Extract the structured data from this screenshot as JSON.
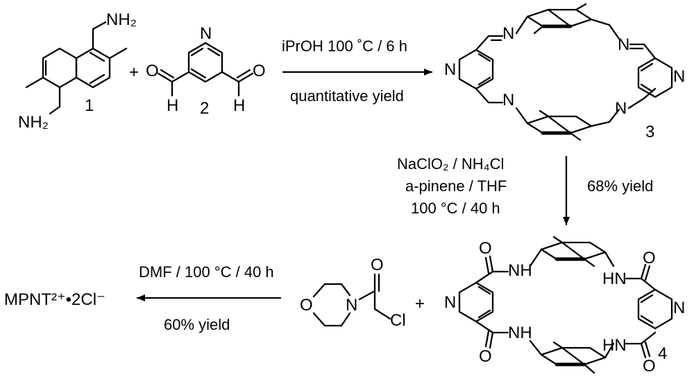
{
  "compounds": {
    "c1": {
      "number": "1",
      "amine_top": "NH₂",
      "amine_bottom": "NH₂"
    },
    "c2": {
      "number": "2",
      "ring_n": "N",
      "aldehyde_o": "O",
      "aldehyde_h": "H"
    },
    "c3": {
      "number": "3",
      "ring_n": "N",
      "imine_n": "N"
    },
    "c4": {
      "number": "4",
      "ring_n": "N",
      "amide_o": "O",
      "amide_nh_left": "NH",
      "amide_nh_right": "HN"
    },
    "reagent": {
      "o": "O",
      "n": "N",
      "carbonyl_o": "O",
      "cl": "Cl"
    },
    "product": {
      "label": "MPNT²⁺•2Cl⁻"
    }
  },
  "operators": {
    "plus": "+"
  },
  "steps": {
    "step1": {
      "above": "iPrOH 100 ˚C / 6 h",
      "below": "quantitative yield"
    },
    "step2": {
      "line1": "NaClO₂ / NH₄Cl",
      "line2": "a-pinene / THF",
      "line3": "100 °C / 40 h",
      "yield": "68% yield"
    },
    "step3": {
      "above": "DMF / 100 °C / 40 h",
      "below": "60% yield"
    }
  }
}
